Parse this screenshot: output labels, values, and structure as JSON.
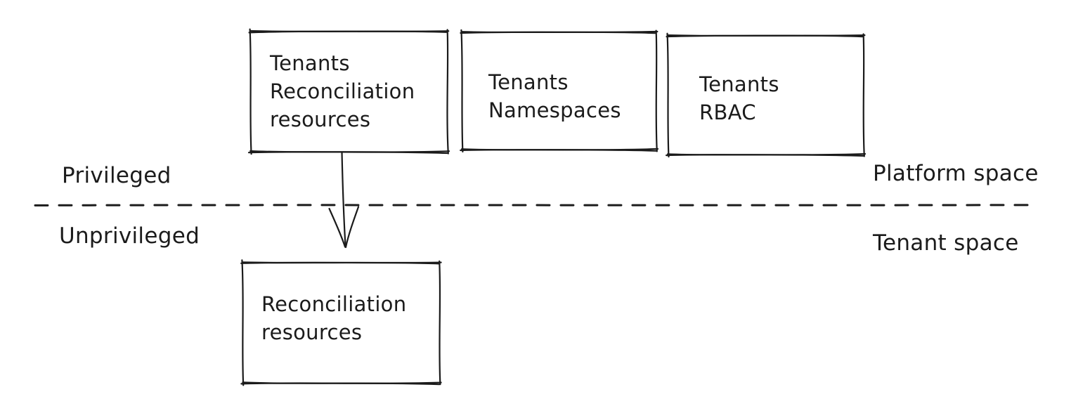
{
  "colors": {
    "stroke": "#1b1b1b",
    "canvas": "#ffffff"
  },
  "zones": {
    "privileged": "Privileged",
    "unprivileged": "Unprivileged",
    "platform": "Platform space",
    "tenant": "Tenant space"
  },
  "nodes": [
    {
      "label": "Tenants\nReconciliation\nresources"
    },
    {
      "label": "Tenants\nNamespaces"
    },
    {
      "label": "Tenants\nRBAC"
    },
    {
      "label": "Reconciliation\nresources"
    }
  ]
}
